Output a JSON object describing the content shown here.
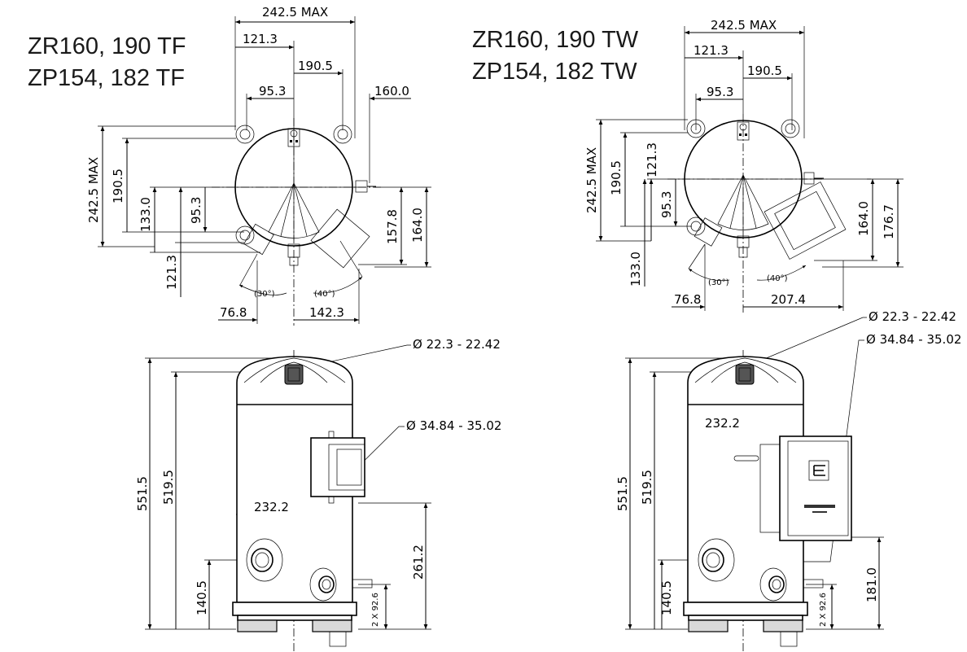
{
  "titles": {
    "left_line1": "ZR160, 190 TF",
    "left_line2": "ZP154, 182 TF",
    "right_line1": "ZR160, 190 TW",
    "right_line2": "ZP154, 182 TW"
  },
  "top_left": {
    "width_max": "242.5 MAX",
    "d121_3": "121.3",
    "d190_5": "190.5",
    "d95_3": "95.3",
    "d160_0": "160.0",
    "v242_5_max": "242.5 MAX",
    "v190_5": "190.5",
    "v133_0": "133.0",
    "v95_3": "95.3",
    "v121_3": "121.3",
    "v157_8": "157.8",
    "v164_0": "164.0",
    "angle30": "(30°)",
    "angle40": "(40°)",
    "b76_8": "76.8",
    "b142_3": "142.3"
  },
  "top_right": {
    "width_max": "242.5 MAX",
    "d121_3": "121.3",
    "d190_5": "190.5",
    "d95_3": "95.3",
    "v242_5_max": "242.5 MAX",
    "v190_5": "190.5",
    "v121_3": "121.3",
    "v95_3": "95.3",
    "v133_0": "133.0",
    "v164_0": "164.0",
    "v176_7": "176.7",
    "angle30": "(30°)",
    "angle40": "(40°)",
    "b76_8": "76.8",
    "b207_4": "207.4"
  },
  "side_left": {
    "suction_dia": "Ø 22.3 - 22.42",
    "discharge_dia": "Ø 34.84 - 35.02",
    "h551_5": "551.5",
    "h519_5": "519.5",
    "w232_2": "232.2",
    "h261_2": "261.2",
    "h140_5": "140.5",
    "feet": "2 X 92.6"
  },
  "side_right": {
    "suction_dia": "Ø 22.3 - 22.42",
    "discharge_dia": "Ø 34.84 - 35.02",
    "h551_5": "551.5",
    "h519_5": "519.5",
    "w232_2": "232.2",
    "h181_0": "181.0",
    "h140_5": "140.5",
    "feet": "2 X 92.6"
  },
  "colors": {
    "ink": "#000000",
    "shade": "#d9d9d9",
    "background": "#ffffff"
  }
}
